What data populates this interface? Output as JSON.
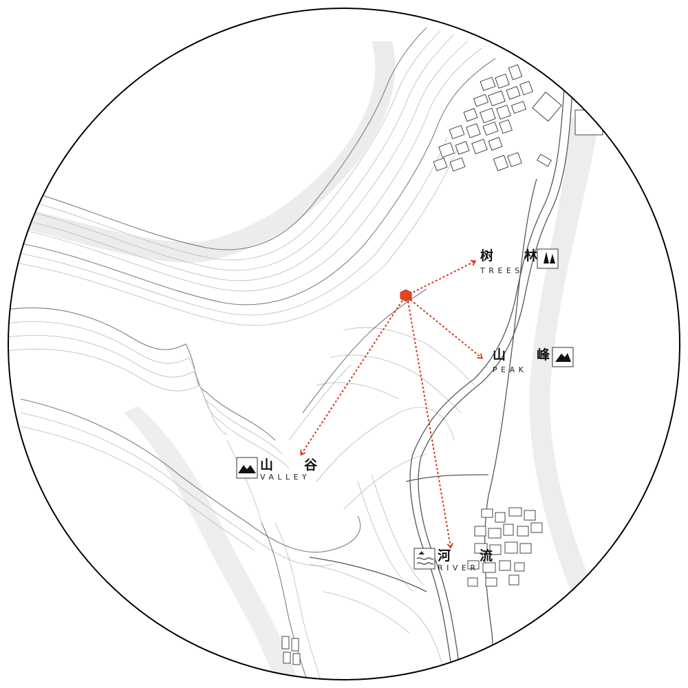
{
  "map": {
    "origin_label": "",
    "landmarks": [
      {
        "id": "trees",
        "char1": "树",
        "char2": "林",
        "en": "TREES",
        "icon": "trees-icon"
      },
      {
        "id": "peak",
        "char1": "山",
        "char2": "峰",
        "en": "PEAK",
        "icon": "mountain-peak-icon"
      },
      {
        "id": "valley",
        "char1": "山",
        "char2": "谷",
        "en": "VALLEY",
        "icon": "valley-icon"
      },
      {
        "id": "river",
        "char1": "河",
        "char2": "流",
        "en": "RIVER",
        "icon": "river-icon"
      }
    ],
    "colors": {
      "arrow": "#d93418",
      "origin": "#e8441f",
      "contour": "#b9b9b9",
      "frame": "#000000"
    }
  }
}
